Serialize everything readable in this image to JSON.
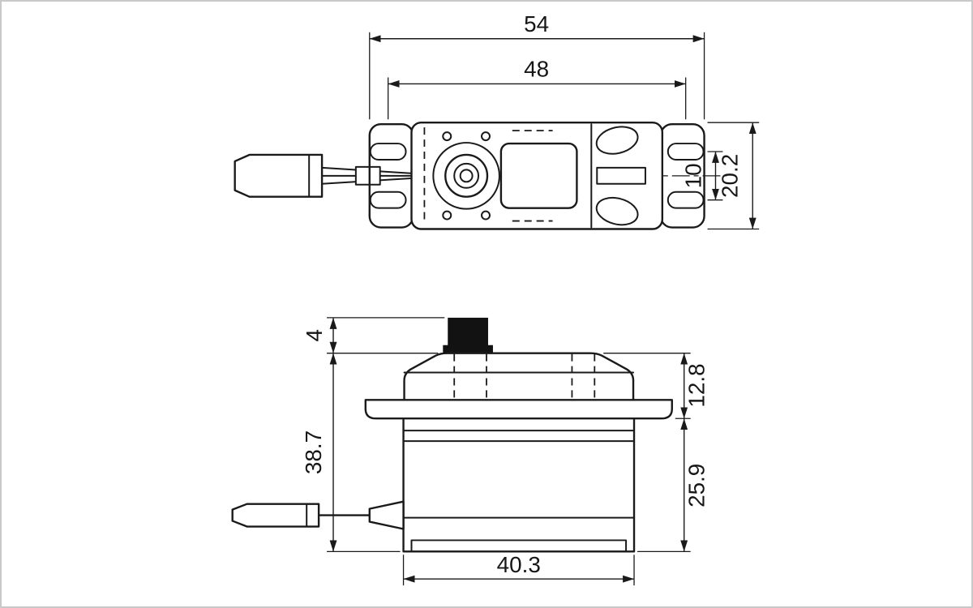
{
  "drawing": {
    "title": "Servo dimension drawing, top and side views",
    "top_view": {
      "overall_length_mm": "54",
      "mount_hole_spacing_mm": "48",
      "slot_spacing_mm": "10",
      "body_width_mm": "20.2"
    },
    "side_view": {
      "connector_block_height_mm": "4",
      "case_height_mm": "38.7",
      "upper_section_height_mm": "12.8",
      "lower_body_height_mm": "25.9",
      "body_length_mm": "40.3"
    }
  },
  "colors": {
    "line": "#1a1a1a",
    "background": "#ffffff",
    "frame": "#c9c9c9",
    "fill_black": "#121212"
  }
}
